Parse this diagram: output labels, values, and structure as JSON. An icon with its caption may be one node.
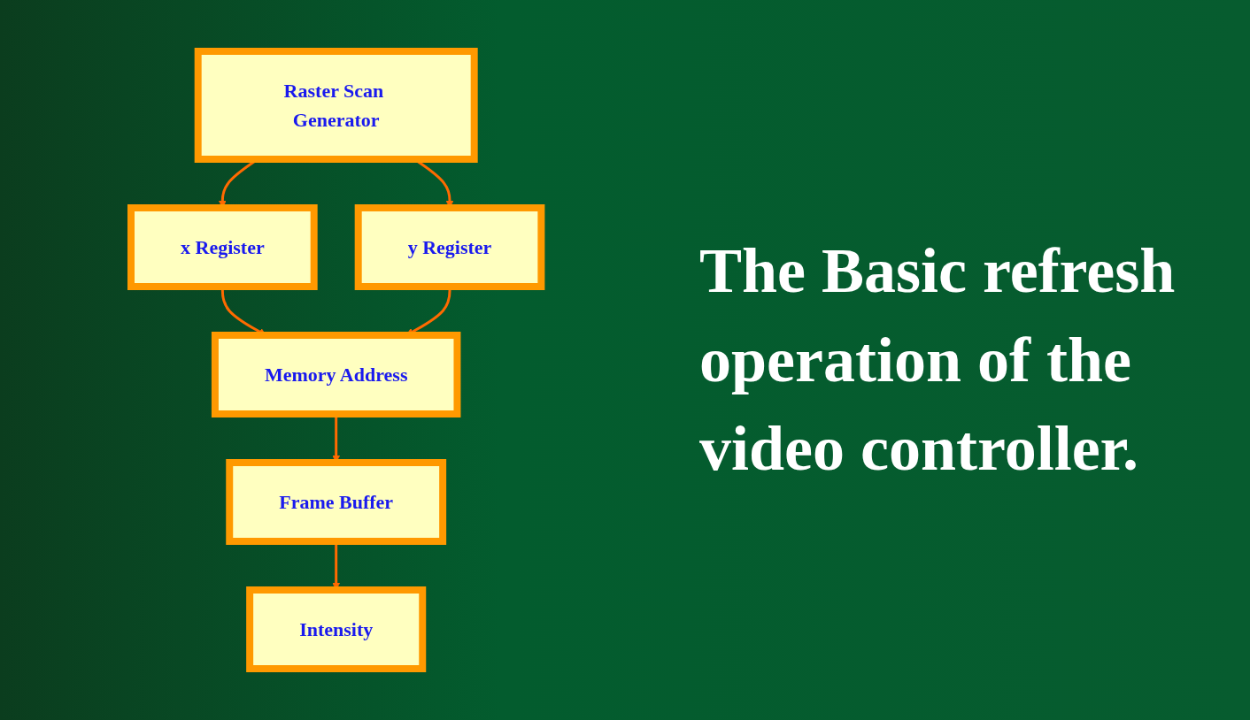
{
  "diagram": {
    "title": "The Basic refresh operation of the video controller.",
    "nodes": [
      {
        "text": [
          "Raster Scan Generator"
        ]
      },
      {
        "text": [
          "x Register"
        ]
      },
      {
        "text": [
          "y Register"
        ]
      },
      {
        "text": [
          "Memory Address"
        ]
      },
      {
        "text": [
          "Frame Buffer"
        ]
      },
      {
        "text": [
          "Intensity"
        ]
      }
    ],
    "edges": [
      {
        "from": 0,
        "to": 1,
        "arrow": "to"
      },
      {
        "from": 0,
        "to": 2,
        "arrow": "to"
      },
      {
        "from": 1,
        "to": 3,
        "arrow": "to"
      },
      {
        "from": 2,
        "to": 3,
        "arrow": "to"
      },
      {
        "from": 3,
        "to": 4,
        "arrow": "to"
      },
      {
        "from": 4,
        "to": 5,
        "arrow": "to"
      }
    ]
  }
}
